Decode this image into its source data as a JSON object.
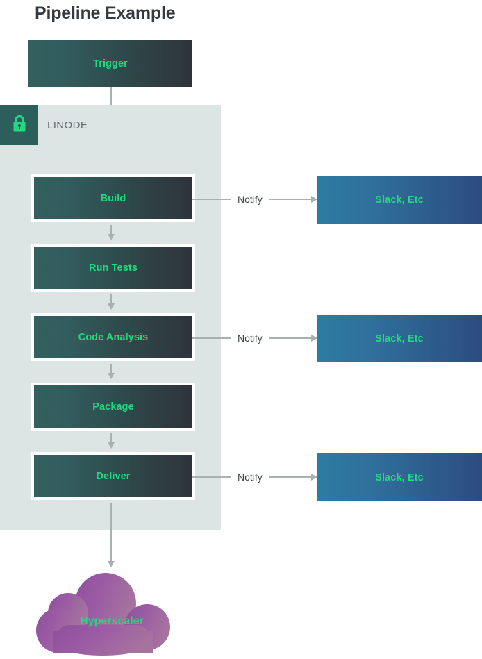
{
  "title": "Pipeline Example",
  "colors": {
    "accent_green": "#22d97f",
    "stage_gradient_from": "#33615f",
    "stage_gradient_to": "#2e343a",
    "notify_gradient_from": "#2e7ca3",
    "notify_gradient_to": "#2c4d7e",
    "container_bg": "#dde5e4",
    "badge_bg": "#2c5f5c",
    "cloud_from": "#9b5ba4",
    "cloud_to": "#a0699e",
    "arrow": "#a9b0b0",
    "title_text": "#343a40",
    "container_label_text": "#61696b"
  },
  "container": {
    "badge_icon": "lock-icon",
    "label": "LINODE"
  },
  "trigger": {
    "label": "Trigger"
  },
  "stages": [
    {
      "label": "Build"
    },
    {
      "label": "Run Tests"
    },
    {
      "label": "Code Analysis"
    },
    {
      "label": "Package"
    },
    {
      "label": "Deliver"
    }
  ],
  "notifications": [
    {
      "label": "Notify",
      "target": "Slack, Etc"
    },
    {
      "label": "Notify",
      "target": "Slack, Etc"
    },
    {
      "label": "Notify",
      "target": "Slack, Etc"
    }
  ],
  "cloud": {
    "label": "Hyperscaler"
  }
}
